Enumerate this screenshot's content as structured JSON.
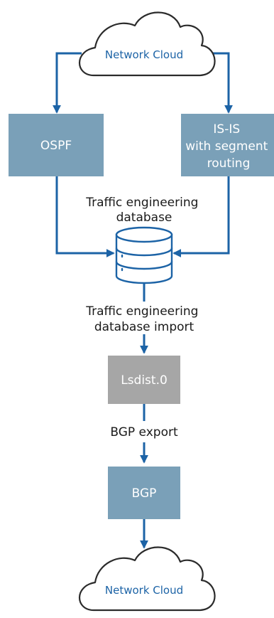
{
  "colors": {
    "connector": "#1c63a6",
    "box_blue": "#7aa0b8",
    "box_gray": "#a6a6a6",
    "cloud_text": "#1c63a6",
    "cloud_outline": "#2b2b2b"
  },
  "nodes": {
    "top_cloud": {
      "label": "Network Cloud"
    },
    "ospf": {
      "label": "OSPF"
    },
    "isis": {
      "label_lines": [
        "IS-IS",
        "with segment",
        "routing"
      ]
    },
    "ted": {
      "label_lines": [
        "Traffic engineering",
        "database"
      ],
      "icon": "database-icon"
    },
    "lsdist": {
      "label": "Lsdist.0"
    },
    "bgp": {
      "label": "BGP"
    },
    "bottom_cloud": {
      "label": "Network Cloud"
    }
  },
  "edges": {
    "ted_import": {
      "label_lines": [
        "Traffic engineering",
        "database import"
      ]
    },
    "bgp_export": {
      "label": "BGP export"
    }
  }
}
